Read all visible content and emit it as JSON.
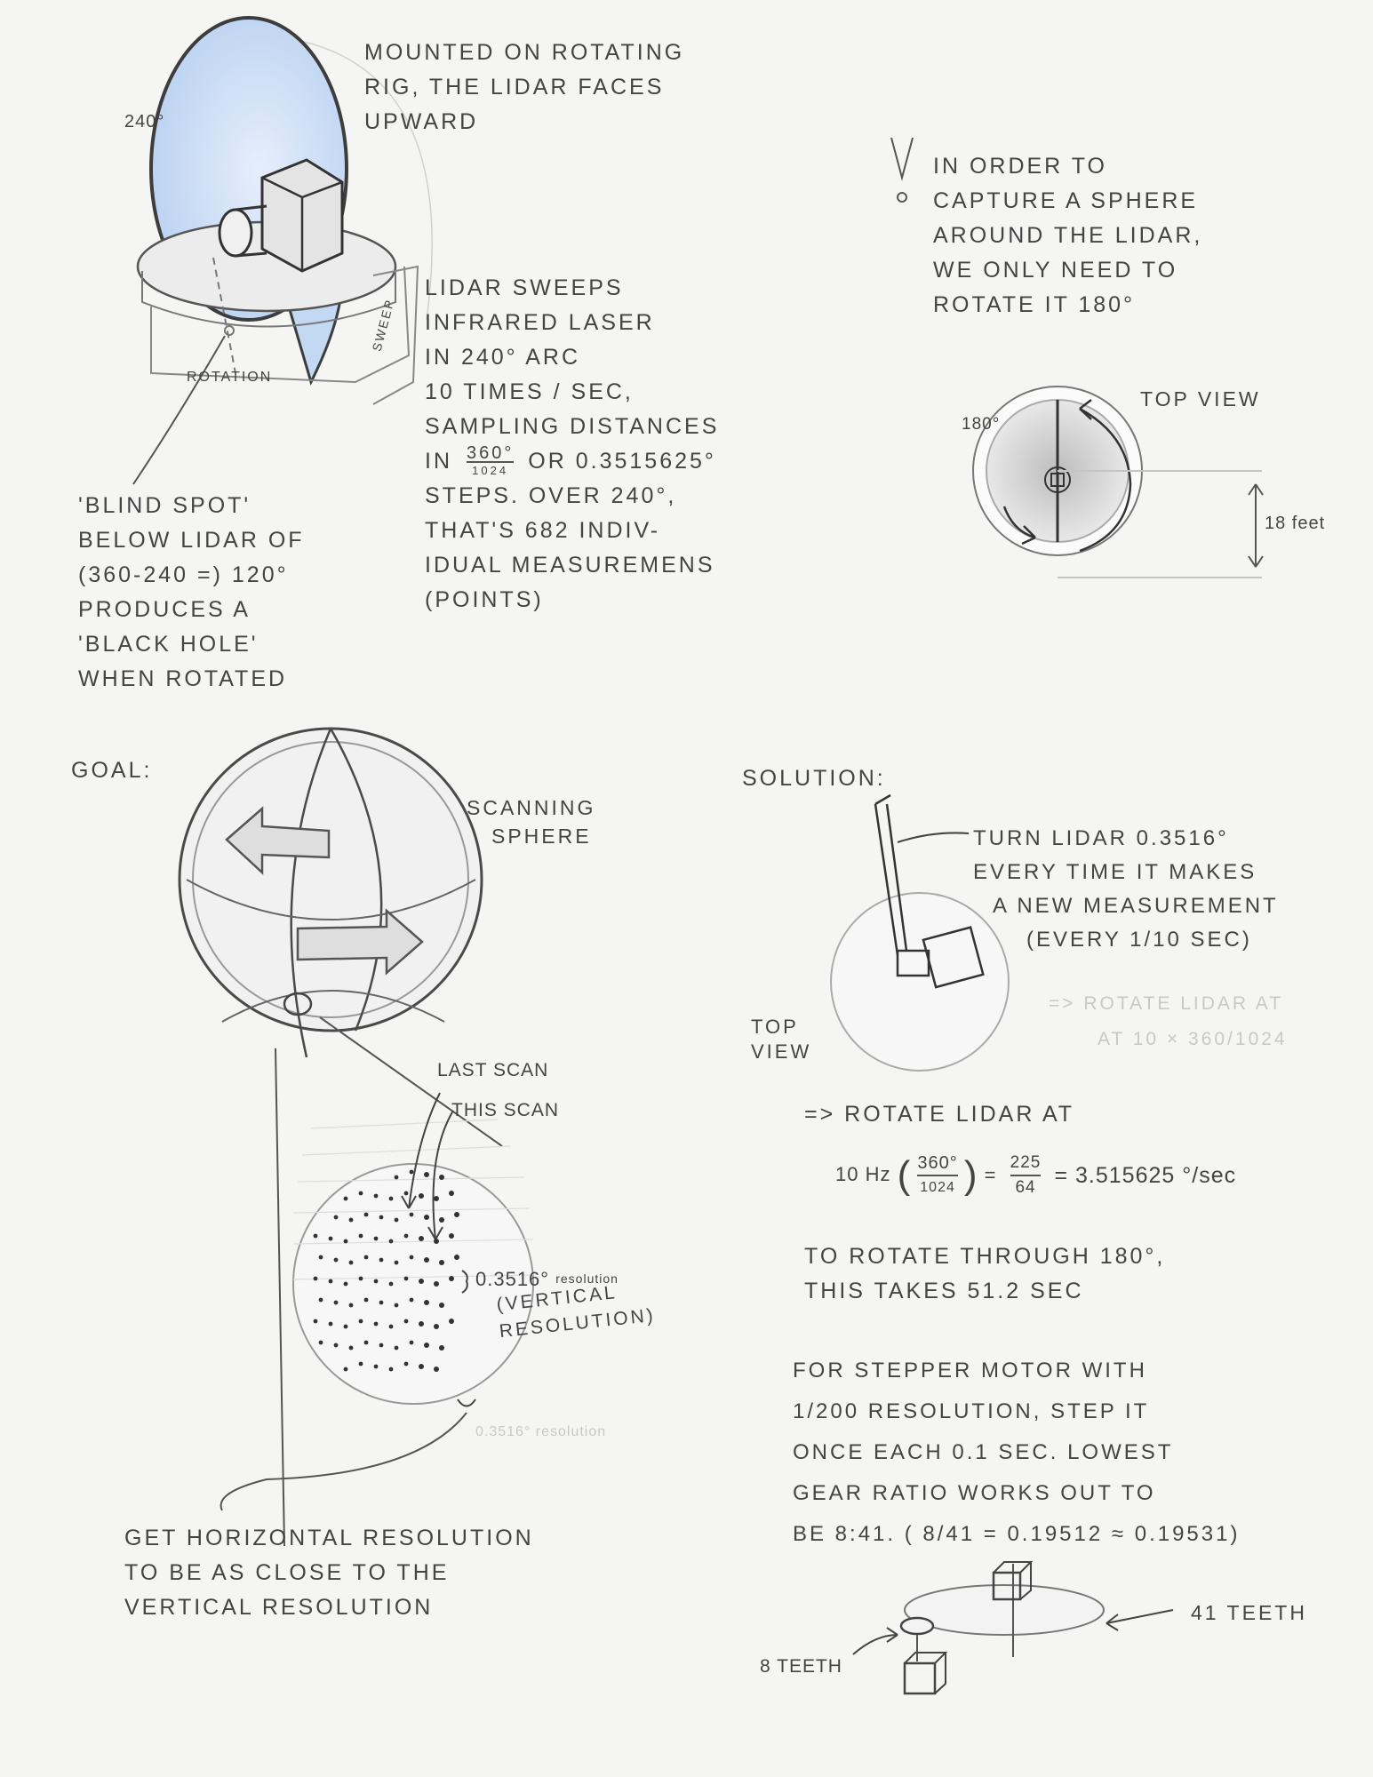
{
  "colors": {
    "paper": "#f5f5f4",
    "pencil": "#4a4a4a",
    "blue_fill": "#cfe0f5",
    "faint": "#c8c8c8"
  },
  "top_left": {
    "caption": [
      "MOUNTED ON ROTATING",
      "RIG, THE LIDAR FACES",
      "UPWARD"
    ],
    "arc_label": "240°",
    "rotation_label": "ROTATION",
    "sweep_label": "SWEEP",
    "lidar_notes": [
      "LIDAR SWEEPS",
      "INFRARED LASER",
      "IN 240° ARC",
      "10 TIMES / SEC,",
      "SAMPLING DISTANCES"
    ],
    "fraction_prefix": "IN",
    "fraction_num": "360",
    "fraction_deg": "°",
    "fraction_den": "1024",
    "fraction_suffix": "OR 0.3515625°",
    "lidar_notes2": [
      "STEPS. OVER 240°,",
      "THAT'S 682 INDIV-",
      "IDUAL MEASUREMENS",
      "(POINTS)"
    ],
    "blind_spot": [
      "'BLIND SPOT'",
      "BELOW LIDAR OF",
      "(360-240 =) 120°",
      "PRODUCES A",
      "'BLACK HOLE'",
      "WHEN ROTATED"
    ]
  },
  "top_right": {
    "note": [
      "IN ORDER TO",
      "CAPTURE A SPHERE",
      "AROUND THE LIDAR,",
      "WE ONLY NEED TO",
      "ROTATE IT 180°"
    ],
    "top_view_label": "TOP VIEW",
    "angle_label": "180°",
    "distance_label": "18 feet"
  },
  "goal": {
    "heading": "GOAL:",
    "sphere_label": [
      "SCANNING",
      "SPHERE"
    ],
    "last_scan": "LAST SCAN",
    "this_scan": "THIS SCAN",
    "resolution_value": "0.3516°",
    "resolution_word": "resolution",
    "vertical_label": [
      "(VERTICAL",
      "RESOLUTION)"
    ],
    "faint_label": "0.3516° resolution",
    "bottom_note": [
      "GET HORIZONTAL RESOLUTION",
      "TO BE AS CLOSE TO THE",
      "VERTICAL RESOLUTION"
    ]
  },
  "solution": {
    "heading": "SOLUTION:",
    "turn_note": [
      "TURN LIDAR 0.3516°",
      "EVERY TIME IT MAKES",
      "A NEW MEASUREMENT",
      "(EVERY 1/10 SEC)"
    ],
    "top_view_label": [
      "TOP",
      "VIEW"
    ],
    "faint_ghost": [
      "=> ROTATE LIDAR AT",
      "AT 10 × 360/1024"
    ],
    "rotate_heading": "=> ROTATE LIDAR AT",
    "formula_prefix": "10 Hz",
    "formula_num1": "360°",
    "formula_den1": "1024",
    "formula_num2": "225",
    "formula_den2": "64",
    "formula_result": "= 3.515625 °/sec",
    "time_note": [
      "TO ROTATE THROUGH 180°,",
      "THIS TAKES 51.2 SEC"
    ],
    "stepper_note": [
      "FOR STEPPER MOTOR WITH",
      "1/200 RESOLUTION, STEP IT",
      "ONCE EACH 0.1 SEC. LOWEST",
      "GEAR RATIO WORKS OUT TO",
      "BE 8:41. ( 8/41 = 0.19512 ≈ 0.19531)"
    ],
    "gear_large": "41 TEETH",
    "gear_small": "8 TEETH"
  }
}
